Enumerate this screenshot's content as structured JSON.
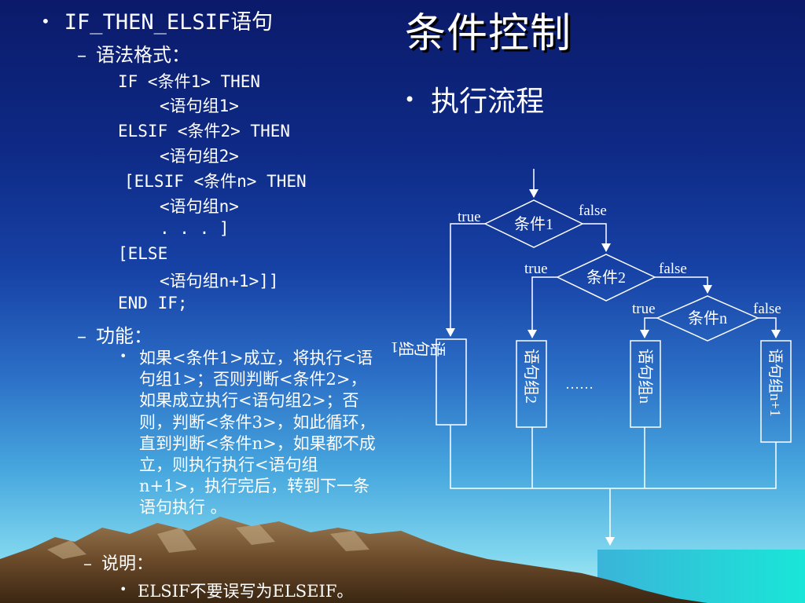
{
  "slide": {
    "title": "条件控制",
    "left": {
      "bullet1": "IF_THEN_ELSIF语句",
      "dash1": "语法格式：",
      "code": [
        "IF <条件1> THEN",
        "<语句组1>",
        "ELSIF <条件2> THEN",
        "<语句组2>",
        "[ELSIF <条件n> THEN",
        "<语句组n>",
        ". . . ]",
        "[ELSE",
        "<语句组n+1>]]",
        "END IF;"
      ],
      "dash2": "功能：",
      "function_text": "如果<条件1>成立，将执行<语句组1>；否则判断<条件2>，如果成立执行<语句组2>；否则，判断<条件3>，如此循环，直到判断<条件n>，如果都不成立，则执行执行<语句组n+1>，执行完后，转到下一条语句执行 。",
      "dash3": "说明：",
      "note": "ELSIF不要误写为ELSEIF。"
    },
    "right": {
      "bullet": "执行流程"
    },
    "flow": {
      "cond1": "条件1",
      "cond2": "条件2",
      "condn": "条件n",
      "true_label": "true",
      "false_label": "false",
      "box1": "语句组1",
      "box2": "语句组2",
      "boxn": "语句组n",
      "boxn1": "语句组n+1",
      "ellipsis": "……"
    },
    "colors": {
      "sky_top": "#0b1a6a",
      "sky_bottom": "#b7f0f6",
      "text": "#ffffff",
      "mountain": "#6b4a2a"
    }
  }
}
